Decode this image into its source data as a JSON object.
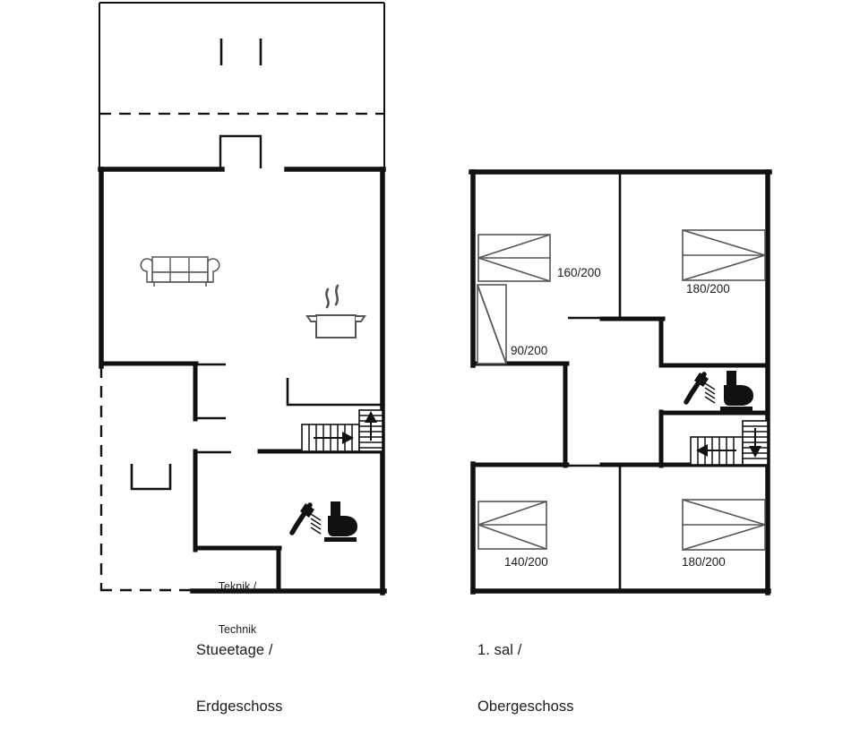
{
  "document": {
    "kind": "floor-plan",
    "background_color": "#ffffff",
    "line_color": "#111111"
  },
  "plans": [
    {
      "id": "ground-floor",
      "caption_lines": [
        "Stueetage /",
        "Erdgeschoss"
      ],
      "rooms": [
        {
          "name": "teknik",
          "label_lines": [
            "Teknik /",
            "Technik"
          ]
        }
      ],
      "symbols": [
        {
          "name": "sofa-symbol",
          "kind": "sofa",
          "seats": 3
        },
        {
          "name": "cooking-pot-symbol",
          "kind": "pot-with-steam"
        },
        {
          "name": "shower-symbol",
          "kind": "shower-head"
        },
        {
          "name": "toilet-symbol",
          "kind": "toilet"
        },
        {
          "name": "staircase-symbol",
          "kind": "stairs",
          "arrows": [
            "right",
            "up"
          ]
        }
      ]
    },
    {
      "id": "first-floor",
      "caption_lines": [
        "1. sal /",
        "Obergeschoss"
      ],
      "beds": [
        {
          "name": "bed-top-left",
          "size_label": "160/200"
        },
        {
          "name": "bed-top-right",
          "size_label": "180/200"
        },
        {
          "name": "bed-bottom-left",
          "size_label": "140/200"
        },
        {
          "name": "bed-bottom-right",
          "size_label": "180/200"
        }
      ],
      "doors": [
        {
          "name": "door-90-200",
          "size_label": "90/200"
        }
      ],
      "symbols": [
        {
          "name": "shower-symbol",
          "kind": "shower-head"
        },
        {
          "name": "toilet-symbol",
          "kind": "toilet"
        },
        {
          "name": "staircase-symbol",
          "kind": "stairs",
          "arrows": [
            "left",
            "down"
          ]
        }
      ]
    }
  ],
  "labels": {
    "ground_caption_1": "Stueetage /",
    "ground_caption_2": "Erdgeschoss",
    "first_caption_1": "1. sal /",
    "first_caption_2": "Obergeschoss",
    "teknik_1": "Teknik /",
    "teknik_2": "Technik",
    "dim_160": "160/200",
    "dim_180_top": "180/200",
    "dim_90": "90/200",
    "dim_140": "140/200",
    "dim_180_bottom": "180/200"
  }
}
